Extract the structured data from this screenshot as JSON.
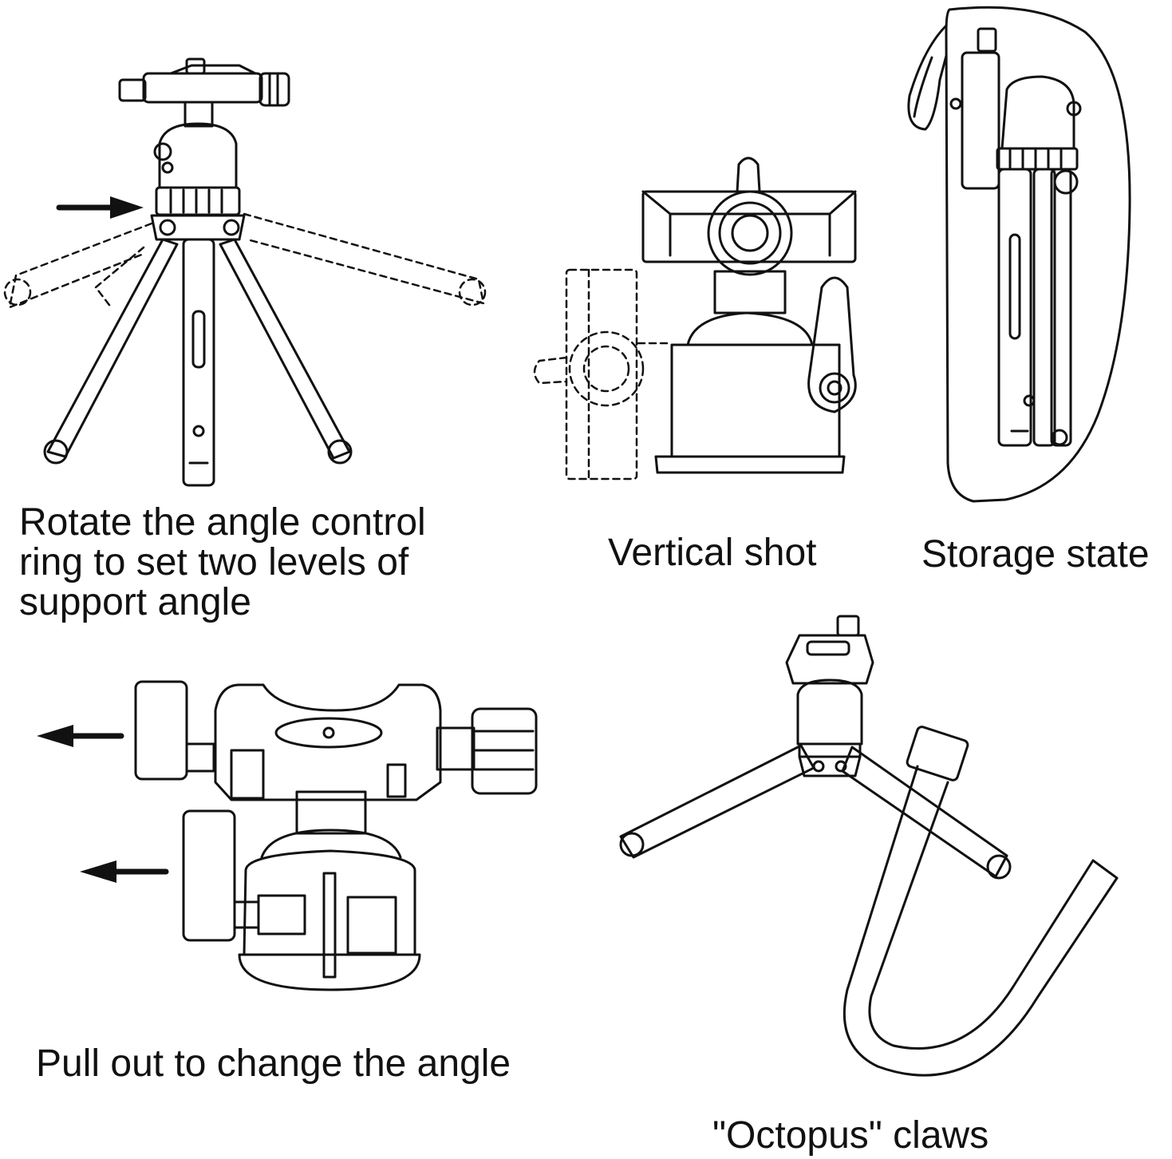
{
  "captions": {
    "rotate": "Rotate the angle control\nring to set two levels of\nsupport angle",
    "vertical": "Vertical shot",
    "storage": "Storage state",
    "pull": "Pull out to change the angle",
    "octopus": "\"Octopus\" claws"
  },
  "colors": {
    "line": "#111111",
    "background": "#ffffff"
  }
}
